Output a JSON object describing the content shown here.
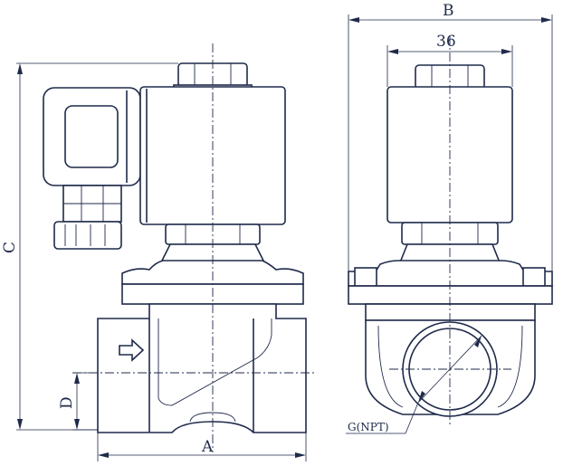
{
  "labels": {
    "width_a": "A",
    "width_b": "B",
    "coil_width": "36",
    "height_c": "C",
    "height_d": "D",
    "thread": "G(NPT)"
  }
}
